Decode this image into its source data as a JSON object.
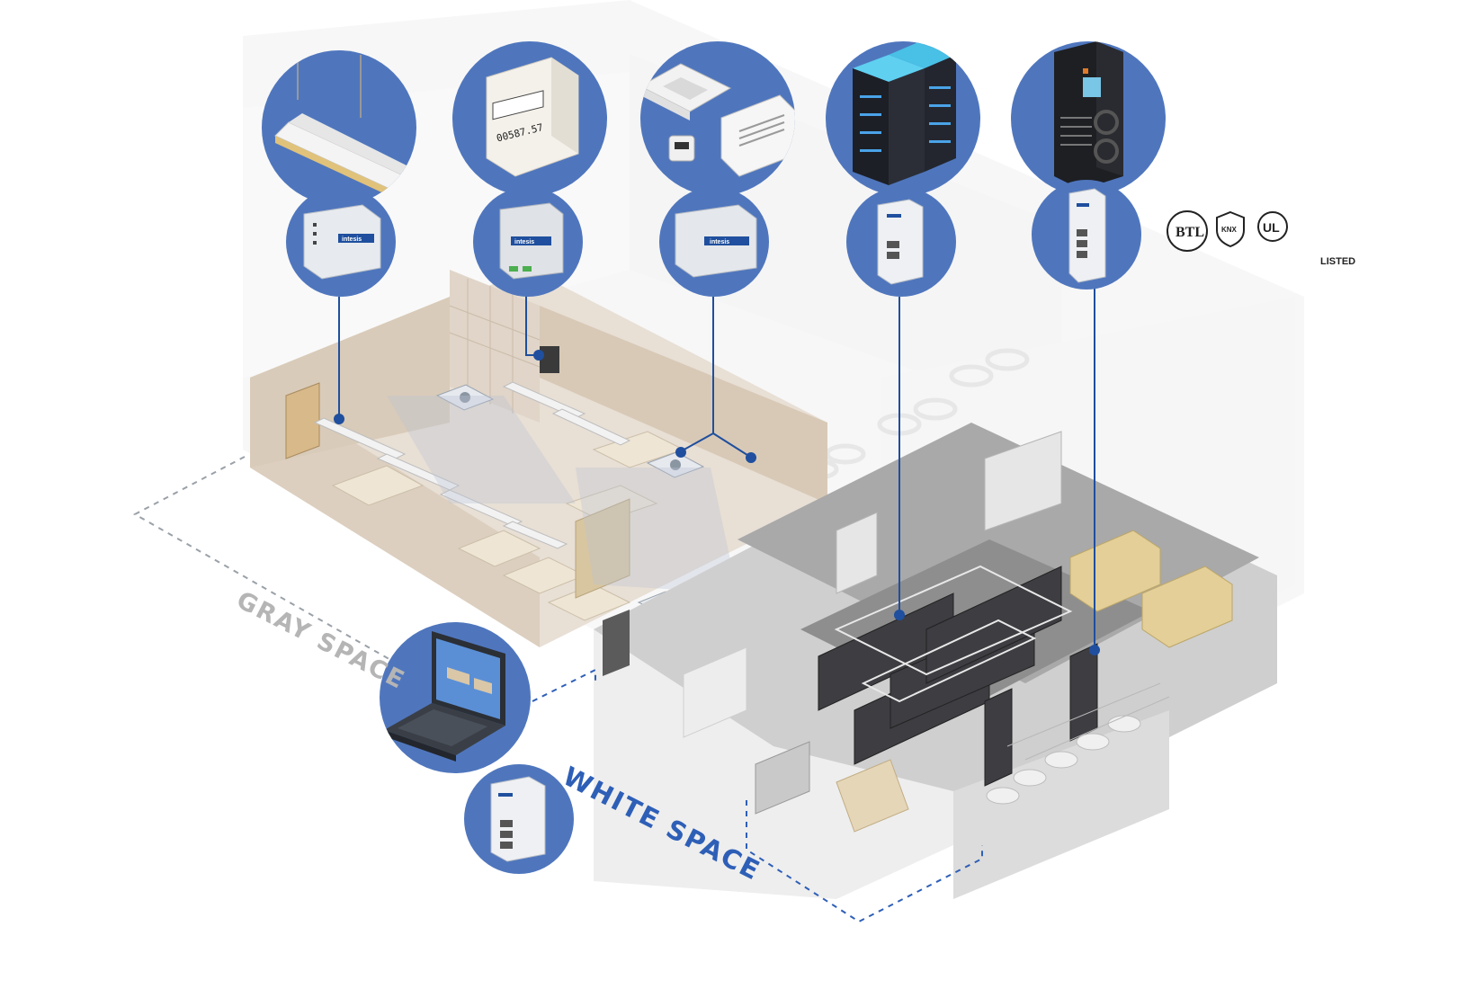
{
  "labels": {
    "gray_space": "GRAY SPACE",
    "white_space": "WHITE SPACE"
  },
  "devices": {
    "gateway_brand": "intesis",
    "meter_display": "00587.57"
  },
  "certifications": {
    "btl": "BTL",
    "knx": "KNX",
    "ul": "UL",
    "ul_listed": "LISTED"
  },
  "colors": {
    "accent_blue": "#4f76bd",
    "connector_blue": "#1f4f9e",
    "white_space_label": "#2e5fb7",
    "gray_space_label": "#b5b5b5"
  },
  "icons": [
    "linear-light-fixture-icon",
    "energy-meter-icon",
    "cassette-ac-unit-icon",
    "server-racks-icon",
    "crac-cabinet-icon",
    "intesis-gateway-icon",
    "din-rail-gateway-icon",
    "laptop-bms-icon"
  ]
}
